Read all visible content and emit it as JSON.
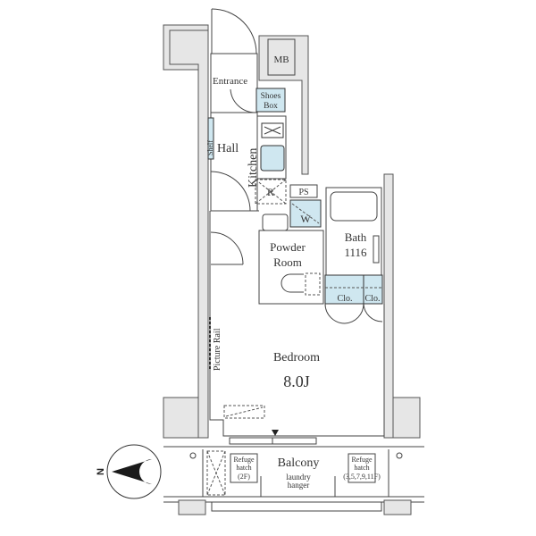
{
  "rooms": {
    "entrance": "Entrance",
    "mb": "MB",
    "shoes_box_line1": "Shoes",
    "shoes_box_line2": "Box",
    "hall": "Hall",
    "kitchen": "Kitchen",
    "shelf": "Shelf",
    "refrigerator": "R",
    "ps": "PS",
    "washer": "W",
    "powder_room_line1": "Powder",
    "powder_room_line2": "Room",
    "bath_line1": "Bath",
    "bath_line2": "1116",
    "closet_1": "Clo.",
    "closet_2": "Clo.",
    "picture_rail": "Picture Rail",
    "bedroom": "Bedroom",
    "bedroom_size": "8.0J",
    "balcony": "Balcony",
    "laundry_line1": "laundry",
    "laundry_line2": "hanger",
    "refuge_left_line1": "Refuge",
    "refuge_left_line2": "hatch",
    "refuge_left_line3": "(2F)",
    "refuge_right_line1": "Refuge",
    "refuge_right_line2": "hatch",
    "refuge_right_line3": "(3,5,7,9,11F)"
  },
  "compass": {
    "label": "N"
  },
  "colors": {
    "fixture_fill": "#cfe7f0",
    "wall_fill": "#e6e6e6",
    "line": "#444444"
  }
}
